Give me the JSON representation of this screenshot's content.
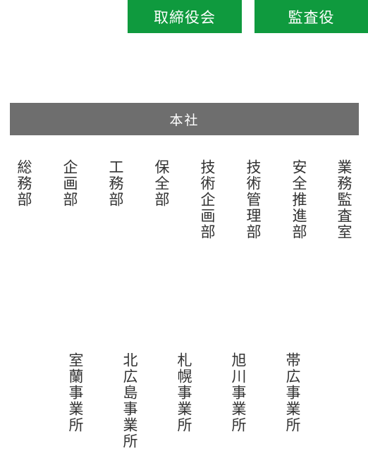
{
  "top_boxes": {
    "board": "取締役会",
    "audit": "監査役"
  },
  "headquarters": "本社",
  "departments": [
    "総務部",
    "企画部",
    "工務部",
    "保全部",
    "技術企画部",
    "技術管理部",
    "安全推進部",
    "業務監査室"
  ],
  "offices": [
    "室蘭事業所",
    "北広島事業所",
    "札幌事業所",
    "旭川事業所",
    "帯広事業所"
  ],
  "colors": {
    "green": "#0f9a3e",
    "gray_bar": "#6e6e6e",
    "text": "#333333"
  }
}
